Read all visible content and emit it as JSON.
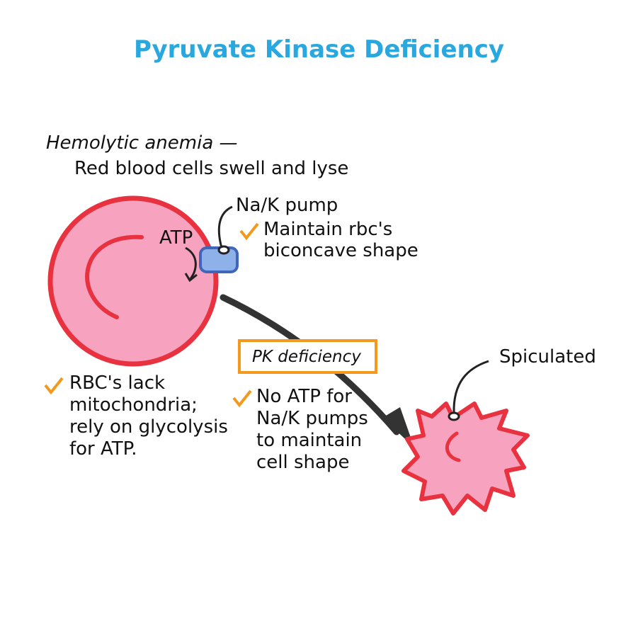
{
  "title": "Pyruvate Kinase Deficiency",
  "heading": {
    "line1": "Hemolytic anemia —",
    "line2": "Red blood cells swell and lyse"
  },
  "pump": {
    "label": "Na/K pump",
    "note1": "Maintain rbc's",
    "note2": "biconcave shape"
  },
  "atp": "ATP",
  "rbc_note": [
    "RBC's lack",
    "mitochondria;",
    "rely on glycolysis",
    "for ATP."
  ],
  "pk_box": "PK deficiency",
  "pk_note": [
    "No ATP for",
    "Na/K pumps",
    "to maintain",
    "cell shape"
  ],
  "spiculated": "Spiculated",
  "colors": {
    "title": "#29a8e0",
    "cell_fill": "#f7a3c0",
    "cell_edge": "#e8323f",
    "check": "#f39a1e",
    "box": "#f39a1e",
    "pump": "#8fb1ea"
  }
}
